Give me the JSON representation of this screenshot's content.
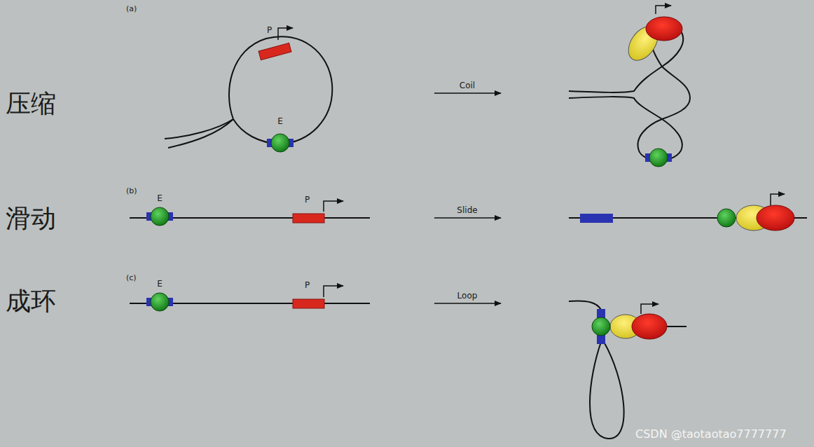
{
  "diagram": {
    "nodes": [
      {
        "text": [
          "P"
        ]
      },
      {
        "text": [
          "E"
        ]
      },
      {
        "text": [
          "E"
        ]
      },
      {
        "text": [
          "P"
        ]
      },
      {
        "text": [
          "E"
        ]
      },
      {
        "text": [
          "P"
        ]
      }
    ],
    "labels": [
      "(a)",
      "压缩",
      "Coil",
      "(b)",
      "滑动",
      "Slide",
      "(c)",
      "成环",
      "Loop",
      "CSDN @taotaotao7777777"
    ]
  }
}
